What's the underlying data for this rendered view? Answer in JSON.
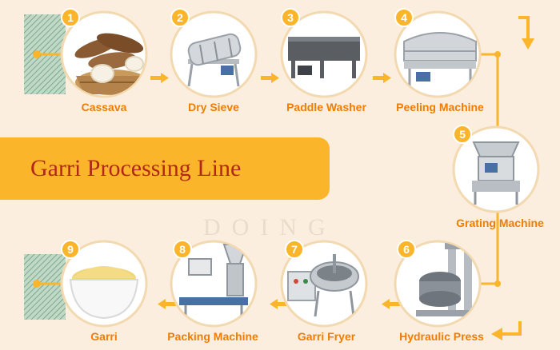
{
  "title": "Garri Processing Line",
  "watermark": "DOING",
  "accent": "#fbb52a",
  "label_color": "#f07c00",
  "title_color": "#b0281a",
  "steps": [
    {
      "n": "1",
      "label": "Cassava"
    },
    {
      "n": "2",
      "label": "Dry Sieve"
    },
    {
      "n": "3",
      "label": "Paddle Washer"
    },
    {
      "n": "4",
      "label": "Peeling Machine"
    },
    {
      "n": "5",
      "label": "Grating Machine"
    },
    {
      "n": "6",
      "label": "Hydraulic Press"
    },
    {
      "n": "7",
      "label": "Garri Fryer"
    },
    {
      "n": "8",
      "label": "Packing Machine"
    },
    {
      "n": "9",
      "label": "Garri"
    }
  ]
}
